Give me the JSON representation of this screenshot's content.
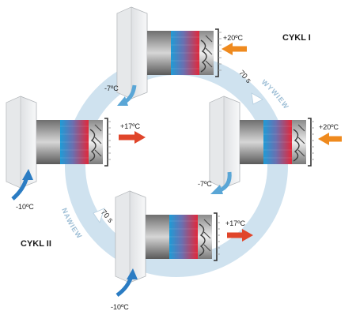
{
  "colors": {
    "ring": "#cfe2ef",
    "ring_text": "#9fbfd6",
    "warm_arrow": "#ef8a1e",
    "exhaust_arrow": "#e0452a",
    "cold_arrow": "#2b7cc3",
    "cool_arrow": "#5aa6d6",
    "heat_red": "#e02a3a",
    "heat_blue": "#2aa0d8"
  },
  "labels": {
    "cycle_1": "CYKL I",
    "cycle_2": "CYKL II",
    "ring_exhaust": "WYWIEW",
    "ring_intake": "NAWIEW",
    "time_top": "70 s",
    "time_bottom": "70 s"
  },
  "units": [
    {
      "id": "top",
      "temp_outside": "+20ºC",
      "temp_inside": "-7ºC"
    },
    {
      "id": "right",
      "temp_outside": "+20ºC",
      "temp_inside": "-7ºC"
    },
    {
      "id": "left",
      "temp_outside": "-10ºC",
      "temp_inside": "+17ºC"
    },
    {
      "id": "bottom",
      "temp_outside": "-10ºC",
      "temp_inside": "+17ºC"
    }
  ]
}
